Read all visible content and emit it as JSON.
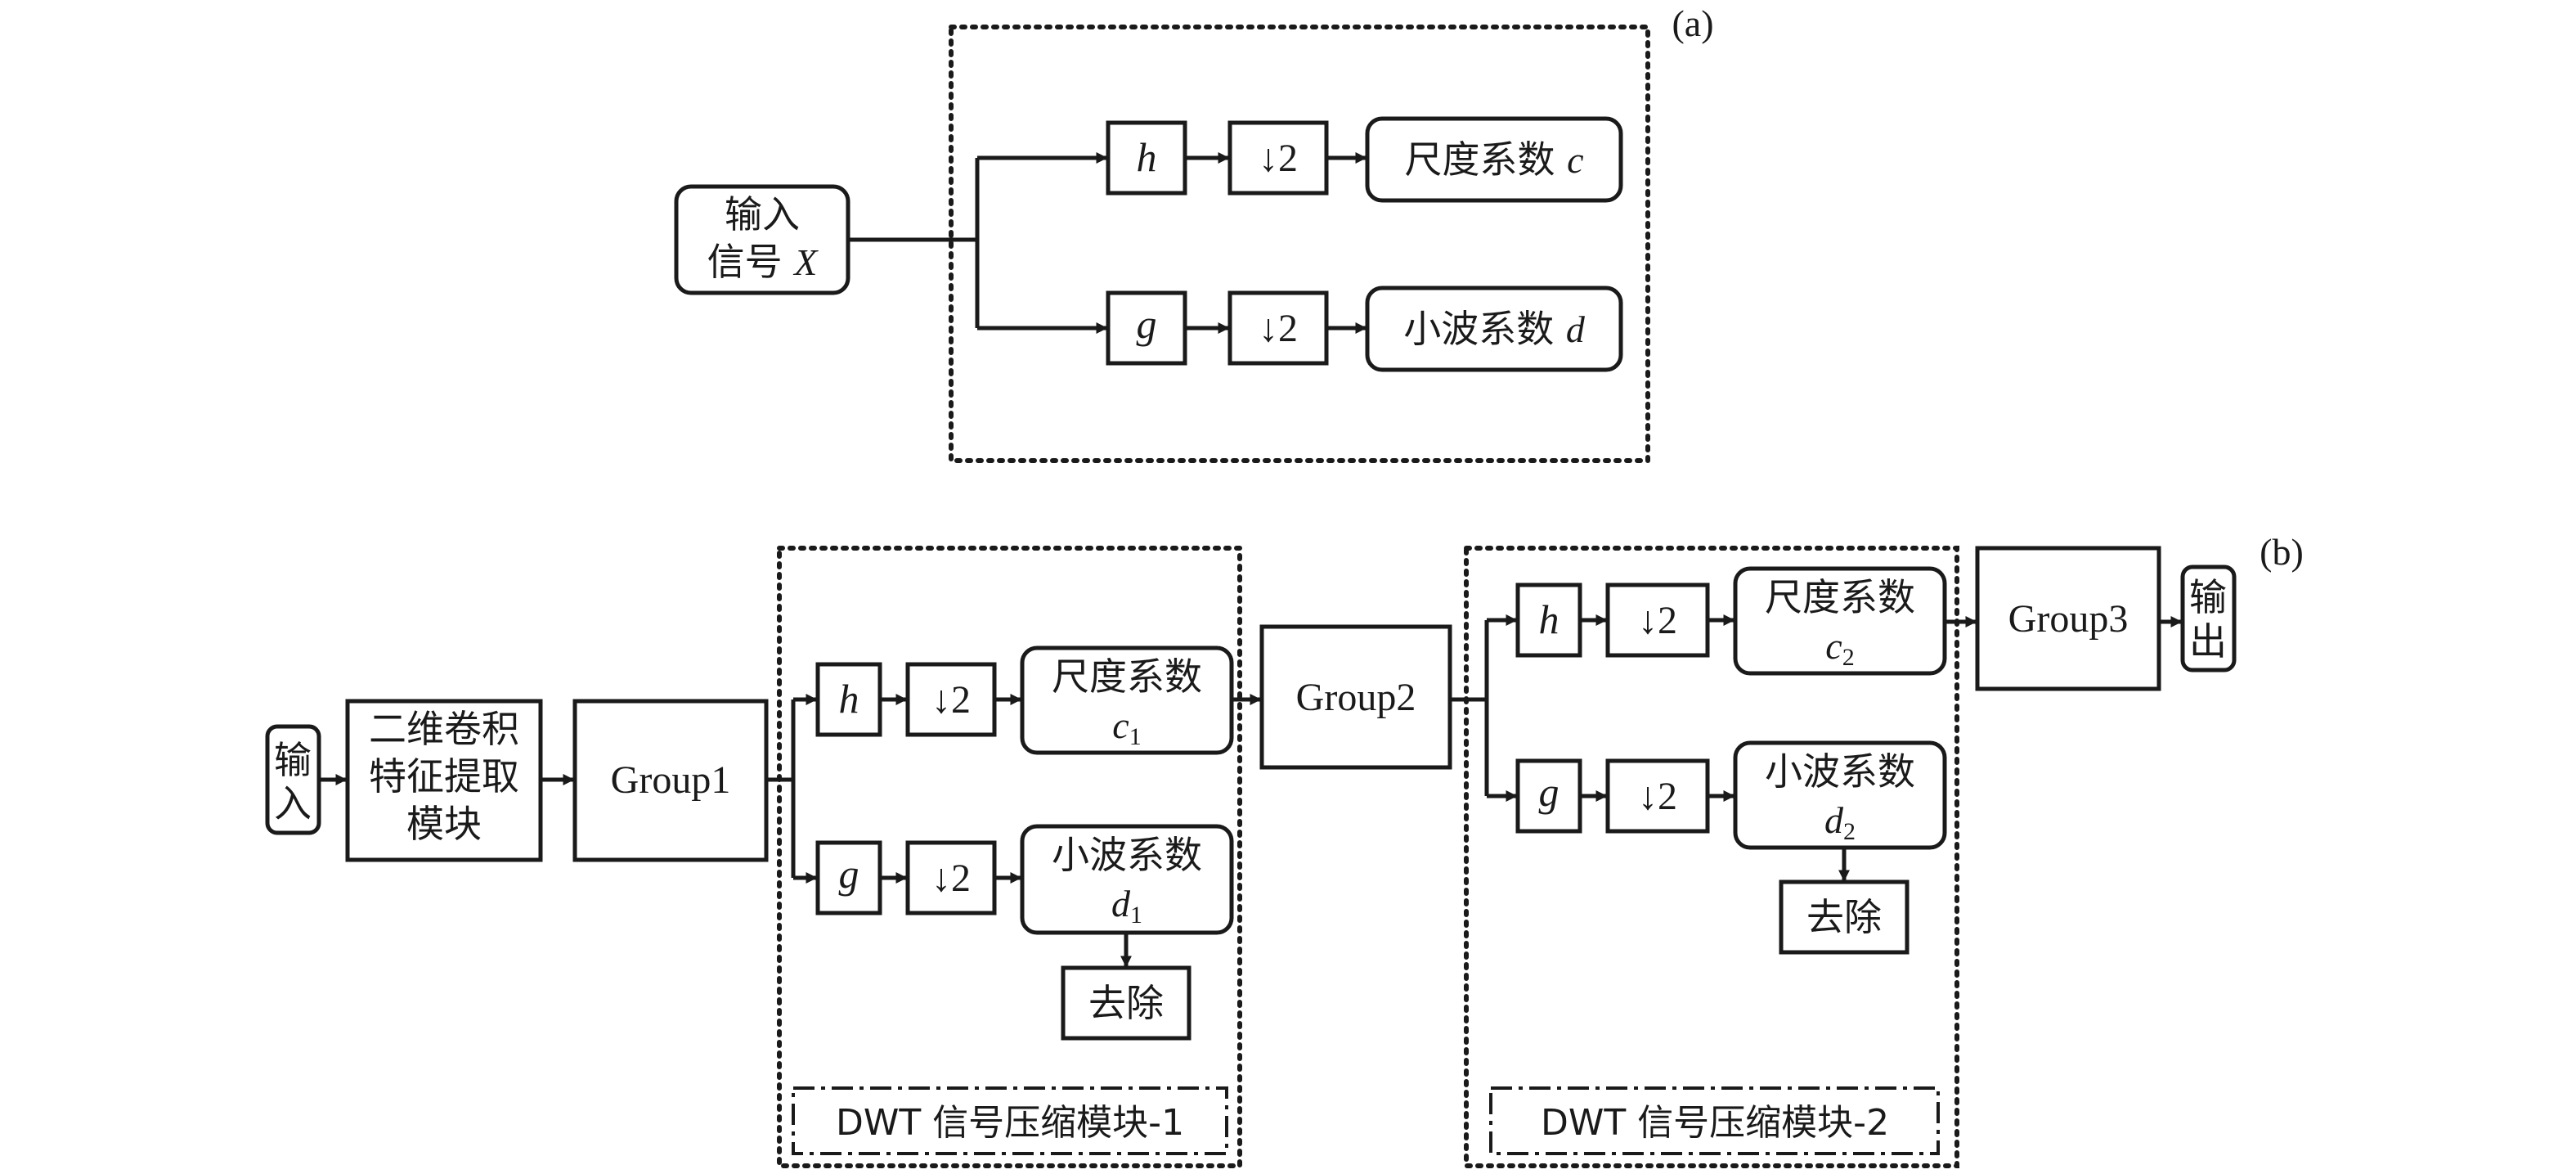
{
  "colors": {
    "line": "#1a1a1a",
    "background": "#ffffff"
  },
  "panel_a": {
    "label": "(a)",
    "input": {
      "line1": "输入",
      "line2_prefix": "信号 ",
      "line2_var": "X"
    },
    "h": "h",
    "g": "g",
    "down_top": "↓2",
    "down_bottom": "↓2",
    "scale_out": {
      "text": "尺度系数 ",
      "var": "c"
    },
    "wavelet_out": {
      "text": "小波系数 ",
      "var": "d"
    }
  },
  "panel_b": {
    "label": "(b)",
    "input": {
      "line1": "输",
      "line2": "入"
    },
    "feature": {
      "line1": "二维卷积",
      "line2": "特征提取",
      "line3": "模块"
    },
    "group1": "Group1",
    "group2": "Group2",
    "group3": "Group3",
    "output": {
      "line1": "输",
      "line2": "出"
    },
    "module1": {
      "h": "h",
      "g": "g",
      "down_top": "↓2",
      "down_bottom": "↓2",
      "scale": {
        "line1": "尺度系数",
        "var": "c",
        "sub": "1"
      },
      "wavelet": {
        "line1": "小波系数",
        "var": "d",
        "sub": "1"
      },
      "remove": "去除",
      "caption": "DWT 信号压缩模块-1"
    },
    "module2": {
      "h": "h",
      "g": "g",
      "down_top": "↓2",
      "down_bottom": "↓2",
      "scale": {
        "line1": "尺度系数",
        "var": "c",
        "sub": "2"
      },
      "wavelet": {
        "line1": "小波系数",
        "var": "d",
        "sub": "2"
      },
      "remove": "去除",
      "caption": "DWT 信号压缩模块-2"
    }
  }
}
